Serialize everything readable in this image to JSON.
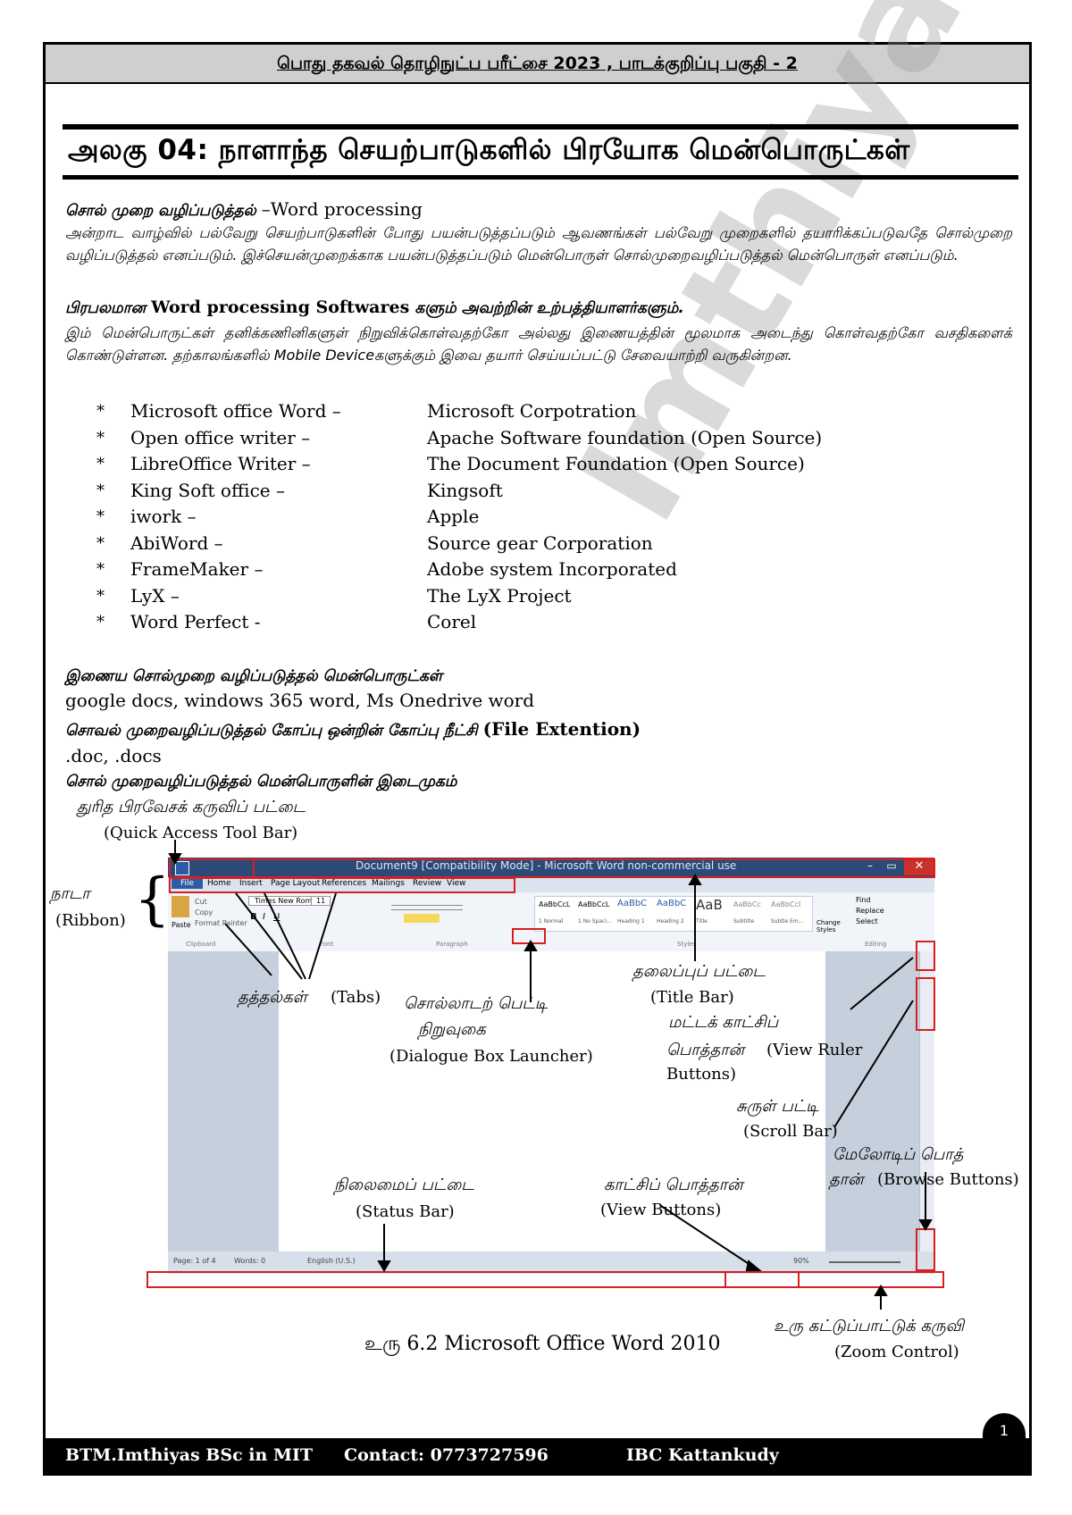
{
  "header": {
    "title": "பொது தகவல் தொழிநுட்ப பரீட்சை 2023 , பாடக்குறிப்பு பகுதி - 2"
  },
  "unit_title": "அலகு 04: நாளாந்த செயற்பாடுகளில் பிரயோக மென்பொருட்கள்",
  "section1": {
    "heading_ta": "சொல் முறை வழிப்படுத்தல்",
    "heading_en": "–Word processing",
    "para": "அன்றாட வாழ்வில் பல்வேறு செயற்பாடுகளின் போது பயன்படுத்தப்படும் ஆவணங்கள் பல்வேறு முறைகளில் தயாரிக்கப்படுவதே சொல்முறை வழிப்படுத்தல் எனப்படும். இச்செயன்முறைக்காக பயன்படுத்தப்படும் மென்பொருள் சொல்முறைவழிப்படுத்தல் மென்பொருள் எனப்படும்."
  },
  "section2": {
    "heading_a": "பிரபலமான",
    "heading_en": "Word processing Softwares",
    "heading_b": "களும் அவற்றின் உற்பத்தியாளர்களும்.",
    "para": "இம் மென்பொருட்கள் தனிக்கணினிகளுள் நிறுவிக்கொள்வதற்கோ அல்லது இணையத்தின் மூலமாக அடைந்து கொள்வதற்கோ வசதிகளைக் கொண்டுள்ளன. தற்காலங்களில் Mobile Deviceகளுக்கும் இவை தயார் செய்யப்பட்டு சேவையாற்றி வருகின்றன."
  },
  "software_list": [
    {
      "bullet": "*",
      "product": "Microsoft office Word –",
      "company": "Microsoft Corpotration"
    },
    {
      "bullet": "*",
      "product": "Open office writer –",
      "company": "Apache Software foundation (Open Source)"
    },
    {
      "bullet": "*",
      "product": "LibreOffice Writer –",
      "company": "The Document Foundation (Open Source)"
    },
    {
      "bullet": "*",
      "product": "King Soft office –",
      "company": "Kingsoft"
    },
    {
      "bullet": "*",
      "product": "iwork –",
      "company": "Apple"
    },
    {
      "bullet": "*",
      "product": "AbiWord –",
      "company": "Source gear Corporation"
    },
    {
      "bullet": "*",
      "product": "FrameMaker –",
      "company": "Adobe system Incorporated"
    },
    {
      "bullet": "*",
      "product": "LyX –",
      "company": "The LyX Project"
    },
    {
      "bullet": "*",
      "product": "Word Perfect -",
      "company": "Corel"
    }
  ],
  "section3": {
    "heading": "இணைய சொல்முறை வழிப்படுத்தல் மென்பொருட்கள்",
    "text": "google docs, windows 365 word, Ms Onedrive word"
  },
  "section4": {
    "heading_ta": "சொவல் முறைவழிப்படுத்தல் கோப்பு ஒன்றின் கோப்பு நீட்சி",
    "heading_en": "(File Extention)",
    "text": ".doc, .docs"
  },
  "section5": {
    "heading": "சொல் முறைவழிப்படுத்தல் மென்பொருளின் இடைமுகம்"
  },
  "labels": {
    "qat_ta": "துரித பிரவேசக் கருவிப் பட்டை",
    "qat_en": "(Quick Access Tool Bar)",
    "ribbon_ta": "நாடா",
    "ribbon_en": "(Ribbon)",
    "tabs_ta": "தத்தல்கள்",
    "tabs_en": "(Tabs)",
    "dialog_ta1": "சொல்லாடற் பெட்டி",
    "dialog_ta2": "நிறுவுகை",
    "dialog_en": "(Dialogue Box Launcher)",
    "title_ta": "தலைப்புப் பட்டை",
    "title_en": "(Title Bar)",
    "ruler_ta1": "மட்டக் காட்சிப்",
    "ruler_ta2": "பொத்தான்",
    "ruler_en1": "(View Ruler",
    "ruler_en2": "Buttons)",
    "scroll_ta": "சுருள் பட்டி",
    "scroll_en": "(Scroll Bar)",
    "browse_ta1": "மேலோடிப் பொத்",
    "browse_ta2": "தான்",
    "browse_en": "(Browse Buttons)",
    "status_ta": "நிலைமைப் பட்டை",
    "status_en": "(Status Bar)",
    "view_ta": "காட்சிப் பொத்தான்",
    "view_en": "(View Buttons)",
    "zoom_ta": "உரு கட்டுப்பாட்டுக் கருவி",
    "zoom_en": "(Zoom Control)"
  },
  "screenshot": {
    "title": "Document9 [Compatibility Mode] - Microsoft Word non-commercial use",
    "qat_tabs_top": [
      "File",
      "Home",
      "Insert",
      "Page Layout",
      "References",
      "Mailings",
      "Review",
      "View"
    ],
    "tabs": [
      "File",
      "Home",
      "Insert",
      "Page Layout",
      "References",
      "Mailings",
      "Review",
      "View"
    ],
    "font_name": "Times New Rom",
    "font_size": "11",
    "styles": [
      "AaBbCcL",
      "AaBbCcL",
      "AaBbC",
      "AaBbC",
      "AaB",
      "AaBbCc",
      "AaBbCcI"
    ],
    "style_names": [
      "1 Normal",
      "1 No Spaci...",
      "Heading 1",
      "Heading 2",
      "Title",
      "Subtitle",
      "Subtle Em..."
    ],
    "groups": [
      "Clipboard",
      "Font",
      "Paragraph",
      "Styles",
      "Editing"
    ],
    "editing": [
      "Find",
      "Replace",
      "Select"
    ],
    "paste_label": "Paste",
    "clip_items": [
      "Cut",
      "Copy",
      "Format Painter"
    ],
    "change_styles": "Change Styles",
    "status_page": "Page: 1 of 4",
    "status_words": "Words: 0",
    "status_lang": "English (U.S.)",
    "zoom_value": "90%"
  },
  "caption": "உரு 6.2 Microsoft Office Word 2010",
  "page_number": "1",
  "watermark": "Imthiyas Sir",
  "footer": {
    "author": "BTM.Imthiyas BSc in MIT",
    "contact": "Contact: 0773727596",
    "place": "IBC Kattankudy"
  }
}
